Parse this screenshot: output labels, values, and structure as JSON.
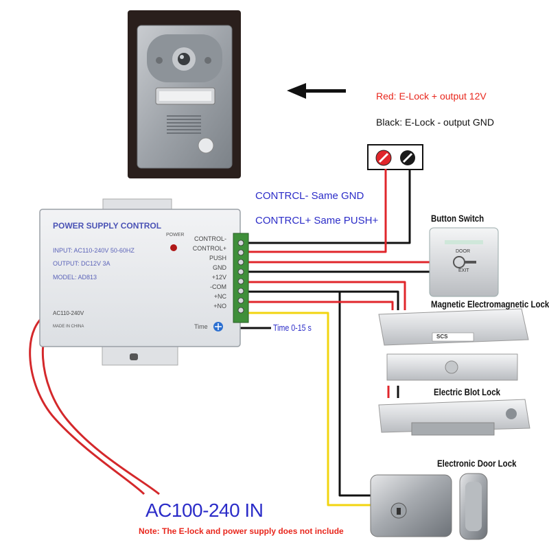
{
  "legend": {
    "red_text": "Red: E-Lock + output 12V",
    "black_text": "Black: E-Lock - output GND"
  },
  "notes": {
    "control_minus": "CONTRCL-  Same GND",
    "control_plus": "CONTRCL+ Same PUSH+",
    "timer": "Time 0-15 s"
  },
  "power_supply": {
    "title": "POWER SUPPLY CONTROL",
    "input": "INPUT: AC110-240V  50-60HZ",
    "output": "OUTPUT: DC12V  3A",
    "model": "MODEL: AD813",
    "power_led": "POWER",
    "ac_label": "AC110-240V",
    "made_in": "MADE IN CHINA",
    "time_knob": "Time",
    "terminals": [
      "CONTROL-",
      "CONTROL+",
      "PUSH",
      "GND",
      "+12V",
      "-COM",
      "+NC",
      "+NO"
    ]
  },
  "devices": {
    "button_switch": "Button Switch",
    "door_text": "DOOR",
    "exit_text": "EXIT",
    "magnetic_lock": "Magnetic Electromagnetic Lock",
    "bolt_lock": "Electric Blot Lock",
    "door_lock": "Electronic Door Lock",
    "maglock_brand": "SCS"
  },
  "footer": {
    "ac_in": "AC100-240 IN",
    "note": "Note: The E-lock and power supply does not include"
  },
  "colors": {
    "red_wire": "#e0262b",
    "black_wire": "#111111",
    "yellow_wire": "#f2d40f",
    "note_red": "#e8261c",
    "label_blue": "#2b2cc8"
  }
}
